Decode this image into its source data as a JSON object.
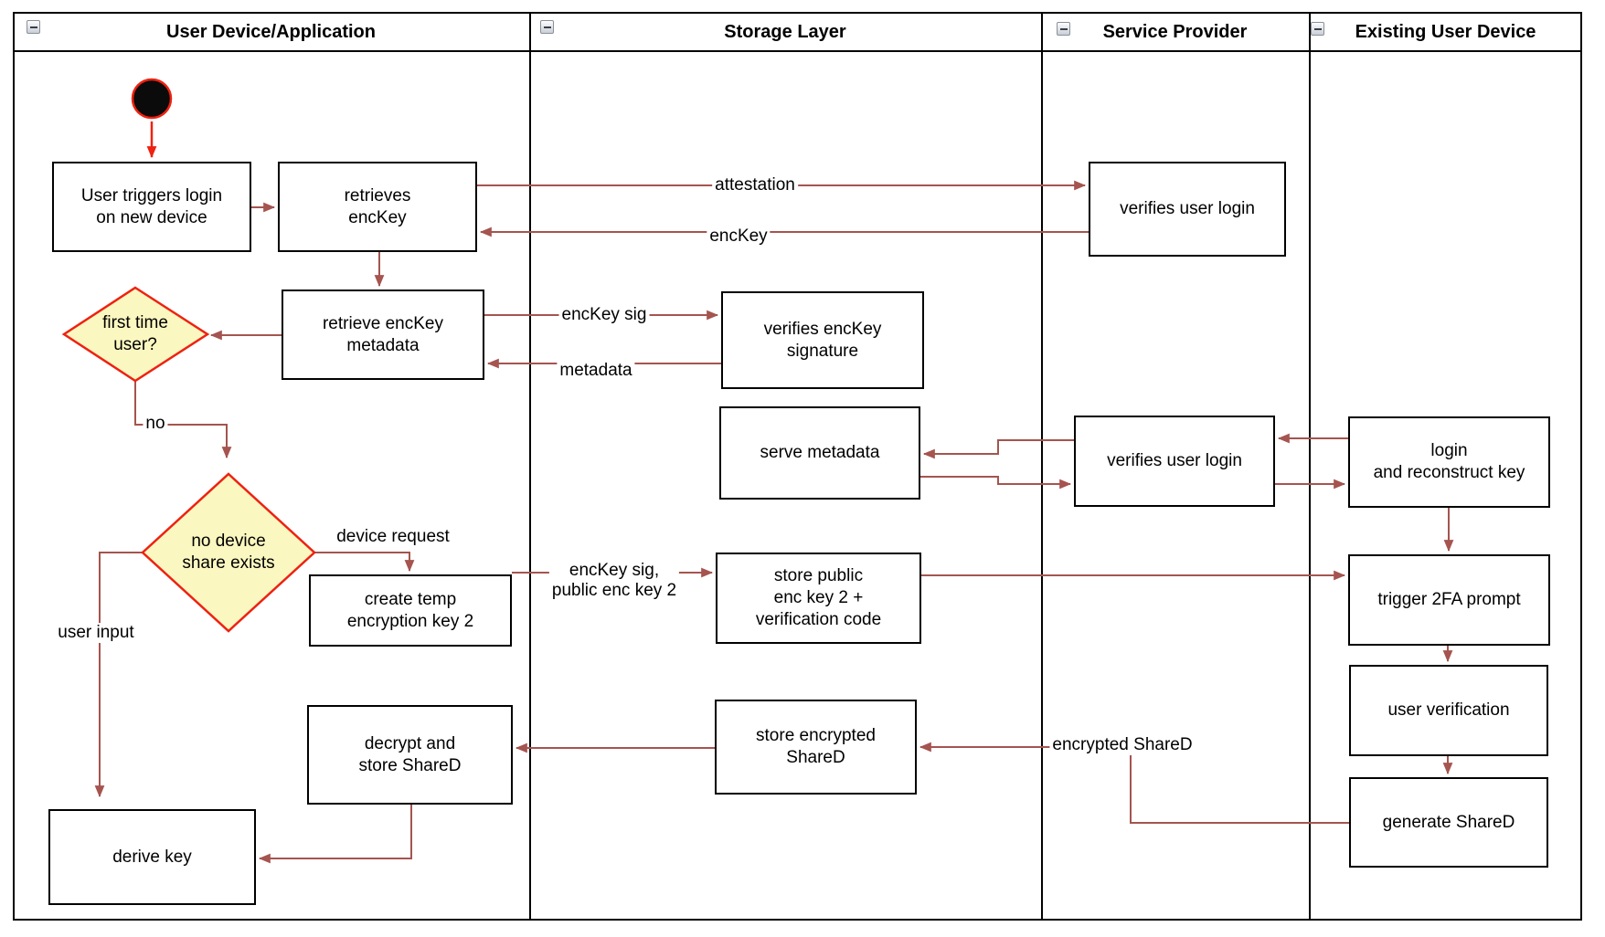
{
  "lanes": [
    {
      "label": "User Device/Application"
    },
    {
      "label": "Storage Layer"
    },
    {
      "label": "Service Provider"
    },
    {
      "label": "Existing User Device"
    }
  ],
  "nodes": {
    "user_triggers": "User triggers login\non new device",
    "retrieves_enckey": "retrieves\nencKey",
    "retrieve_metadata": "retrieve encKey\nmetadata",
    "first_time_user": "first time\nuser?",
    "no_device_share": "no device\nshare exists",
    "create_temp_key": "create temp\nencryption key 2",
    "decrypt_store_shared": "decrypt and\nstore ShareD",
    "derive_key": "derive key",
    "verifies_enckey_signature": "verifies encKey\nsignature",
    "serve_metadata": "serve metadata",
    "store_public_key": "store public\nenc key 2 +\nverification code",
    "store_encrypted_shared": "store encrypted\nShareD",
    "verifies_user_login_top": "verifies user login",
    "verifies_user_login_mid": "verifies user login",
    "login_reconstruct": "login\nand reconstruct key",
    "trigger_2fa": "trigger 2FA prompt",
    "user_verification": "user verification",
    "generate_shared": "generate ShareD"
  },
  "edge_labels": {
    "attestation": "attestation",
    "enckey": "encKey",
    "enckey_sig": "encKey sig",
    "metadata": "metadata",
    "no": "no",
    "device_request": "device request",
    "user_input": "user input",
    "enckey_sig_pub": "encKey sig,\npublic enc key 2",
    "encrypted_shared": "encrypted ShareD"
  },
  "colors": {
    "connector": "#a5544f",
    "accent_red": "#ee2211",
    "decision_fill": "#fbf7c0",
    "node_border": "#000000",
    "node_fill": "#ffffff",
    "start_node_fill": "#0b0b0b"
  }
}
